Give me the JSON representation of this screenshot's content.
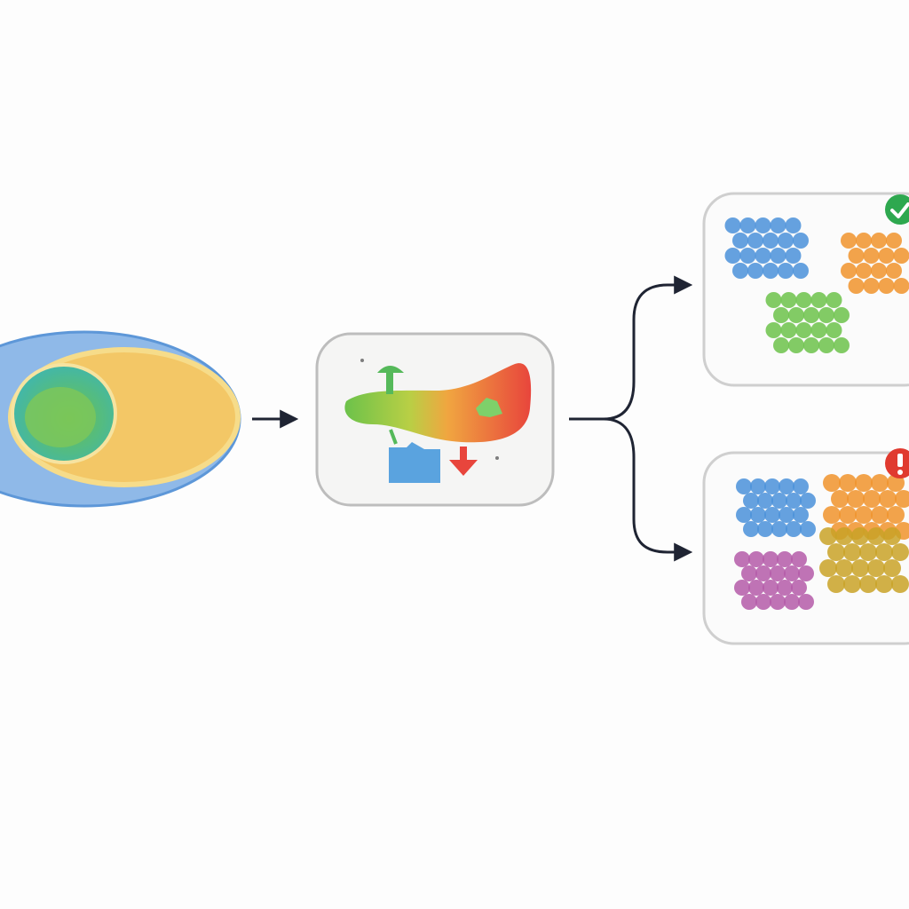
{
  "colors": {
    "background": "#fdfdfd",
    "blue": "#4a90d9",
    "yellow": "#f2c14e",
    "green": "#6cc24a",
    "orange": "#f0932b",
    "red": "#e8453c",
    "purple": "#b45aa8",
    "olive": "#c9a227",
    "arrow": "#1f2433",
    "card_border": "#c9c9c9",
    "success": "#2ea84f",
    "warning": "#e03a2f"
  },
  "icons": {
    "source": "overlapping-ellipses-icon",
    "transform": "gradient-blob-transform-icon",
    "good_result": "check-badge-icon",
    "bad_result": "alert-badge-icon"
  },
  "diagram": {
    "type": "flow",
    "nodes": [
      "source-ellipses",
      "transform-card",
      "result-card-good",
      "result-card-bad"
    ],
    "edges": [
      [
        "source-ellipses",
        "transform-card"
      ],
      [
        "transform-card",
        "result-card-good"
      ],
      [
        "transform-card",
        "result-card-bad"
      ]
    ],
    "good_result": {
      "clusters": [
        "blue",
        "orange",
        "green"
      ],
      "status": "check-badge-icon"
    },
    "bad_result": {
      "clusters": [
        "blue",
        "orange",
        "purple",
        "olive"
      ],
      "status": "alert-badge-icon"
    }
  }
}
